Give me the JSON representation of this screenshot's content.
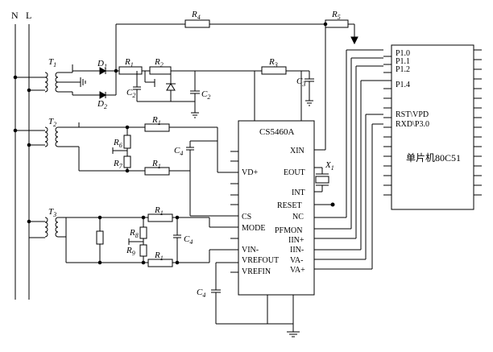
{
  "mains": {
    "n": "N",
    "l": "L"
  },
  "labels": {
    "T1": "T",
    "T1_sub": "1",
    "T2": "T",
    "T2_sub": "2",
    "T3": "T",
    "T3_sub": "3",
    "D1": "D",
    "D1_sub": "1",
    "D2": "D",
    "D2_sub": "2",
    "R4": "R",
    "R4_sub": "4",
    "R5": "R",
    "R5_sub": "5",
    "R1a": "R",
    "R1a_sub": "1",
    "R2": "R",
    "R2_sub": "2",
    "R3": "R",
    "R3_sub": "3",
    "C2a": "C",
    "C2a_sub": "2",
    "C2b": "C",
    "C2b_sub": "2",
    "C3": "C",
    "C3_sub": "3",
    "R1b": "R",
    "R1b_sub": "1",
    "R1c": "R",
    "R1c_sub": "1",
    "R6": "R",
    "R6_sub": "6",
    "R7": "R",
    "R7_sub": "7",
    "C4a": "C",
    "C4a_sub": "4",
    "R1d": "R",
    "R1d_sub": "1",
    "R1e": "R",
    "R1e_sub": "1",
    "R8": "R",
    "R8_sub": "8",
    "R9": "R",
    "R9_sub": "9",
    "C4b": "C",
    "C4b_sub": "4",
    "C4c": "C",
    "C4c_sub": "4",
    "X1": "X",
    "X1_sub": "1"
  },
  "cs5460a": {
    "title": "CS5460A",
    "pins": {
      "xin": "XIN",
      "vdp": "VD+",
      "eout": "EOUT",
      "int": "INT",
      "reset": "RESET",
      "nc": "NC",
      "cs": "CS",
      "mode": "MODE",
      "pfmon": "PFMON",
      "iinp": "IIN+",
      "vinm": "VIN-",
      "iinm": "IIN-",
      "vrefout": "VREFOUT",
      "vam": "VA-",
      "vrefin": "VREFIN",
      "vap": "VA+"
    }
  },
  "mcu": {
    "title": "单片机80C51",
    "pins": {
      "p10": "P1.0",
      "p11": "P1.1",
      "p12": "P1.2",
      "p14": "P1.4",
      "rst": "RST\\VPD",
      "rxd": "RXD\\P3.0"
    }
  }
}
